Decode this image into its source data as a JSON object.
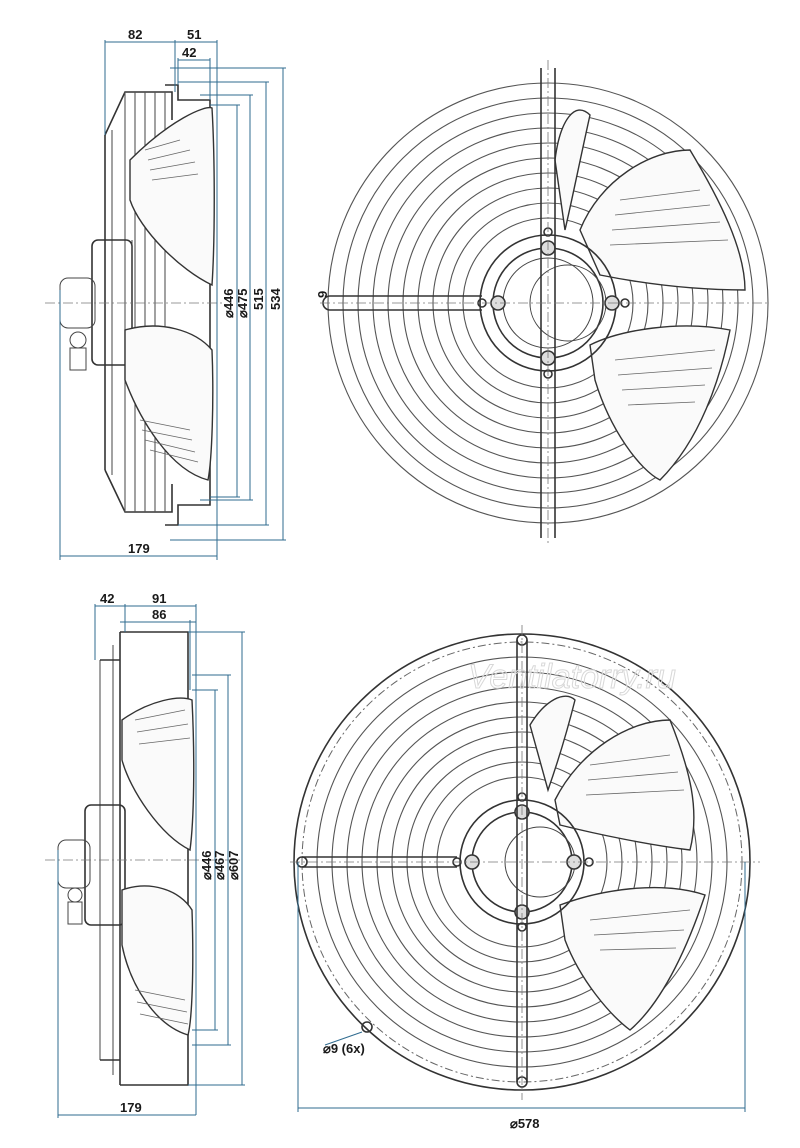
{
  "top_side_view": {
    "dims": {
      "d82": "82",
      "d51": "51",
      "d42": "42",
      "d446": "⌀446",
      "d475": "⌀475",
      "d515": "515",
      "d534": "534",
      "d179": "179"
    }
  },
  "top_front_view": {
    "dims": {
      "d9": "9"
    }
  },
  "bottom_side_view": {
    "dims": {
      "d42": "42",
      "d91": "91",
      "d86": "86",
      "d446": "⌀446",
      "d467": "⌀467",
      "d607": "⌀607",
      "d179": "179"
    }
  },
  "bottom_front_view": {
    "dims": {
      "d9x6": "⌀9 (6x)",
      "d578": "⌀578"
    },
    "watermark": "Ventilatorry.ru"
  },
  "colors": {
    "dimension_line": "#2f6b8f",
    "outline": "#333333"
  }
}
